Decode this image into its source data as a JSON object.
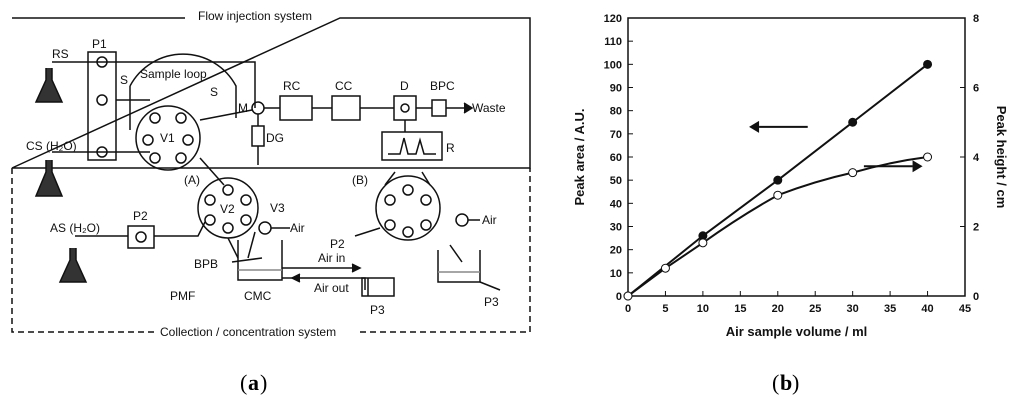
{
  "panel_a": {
    "caption_letter": "a",
    "labels": {
      "flow_injection_system": "Flow injection system",
      "collection_system": "Collection / concentration system",
      "rs": "RS",
      "p1": "P1",
      "sample_loop": "Sample loop",
      "s_left": "S",
      "s_right": "S",
      "v1": "V1",
      "m": "M",
      "rc": "RC",
      "cc": "CC",
      "d": "D",
      "bpc": "BPC",
      "waste": "Waste",
      "dg": "DG",
      "r": "R",
      "cs": "CS (H₂O)",
      "a": "(A)",
      "b": "(B)",
      "v2": "V2",
      "v3": "V3",
      "air1": "Air",
      "air2": "Air",
      "as": "AS (H₂O)",
      "p2_left": "P2",
      "p2_right": "P2",
      "bpb": "BPB",
      "pmf": "PMF",
      "cmc": "CMC",
      "air_in": "Air in",
      "air_out": "Air out",
      "p3_mid": "P3",
      "p3_right": "P3"
    }
  },
  "panel_b": {
    "caption_letter": "b"
  },
  "chart_data": {
    "type": "line",
    "xlabel": "Air sample volume / ml",
    "ylabel": "Peak area / A.U.",
    "y2label": "Peak height / cm",
    "xlim": [
      0,
      45
    ],
    "ylim": [
      0,
      120
    ],
    "y2lim": [
      0,
      8
    ],
    "xticks": [
      0,
      5,
      10,
      15,
      20,
      25,
      30,
      35,
      40,
      45
    ],
    "yticks": [
      0,
      10,
      20,
      30,
      40,
      50,
      60,
      70,
      80,
      90,
      100,
      110,
      120
    ],
    "y2ticks": [
      0,
      2,
      4,
      6,
      8
    ],
    "grid": false,
    "series": [
      {
        "axis": "left",
        "marker": "filled-circle",
        "x": [
          0,
          10,
          20,
          30,
          40
        ],
        "values": [
          0,
          26,
          50,
          75,
          100
        ]
      },
      {
        "axis": "right",
        "marker": "open-circle",
        "x": [
          0,
          5,
          10,
          20,
          30,
          40
        ],
        "values": [
          0,
          0.8,
          1.53,
          2.9,
          3.55,
          4.0
        ]
      }
    ]
  }
}
